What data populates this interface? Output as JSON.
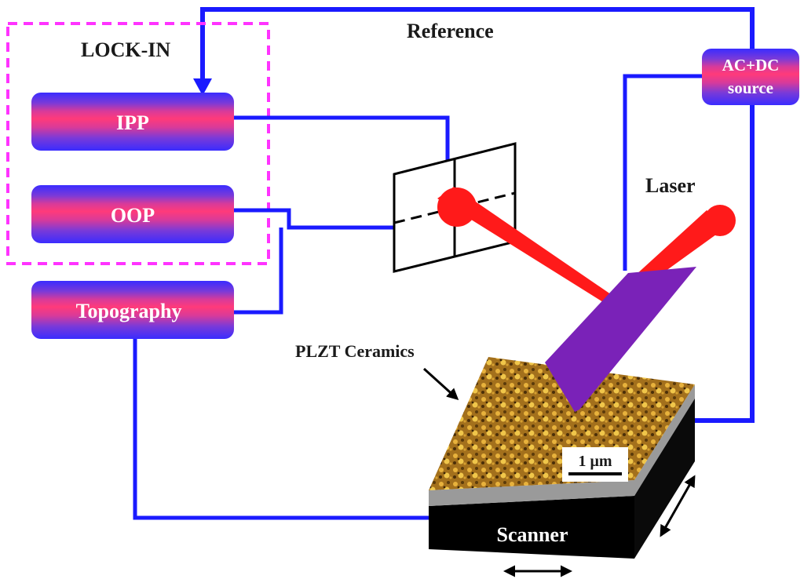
{
  "labels": {
    "lockin": "LOCK-IN",
    "reference": "Reference",
    "ipp": "IPP",
    "oop": "OOP",
    "topography": "Topography",
    "acdc_line1": "AC+DC",
    "acdc_line2": "source",
    "laser": "Laser",
    "plzt": "PLZT Ceramics",
    "scale": "1 μm",
    "scanner": "Scanner"
  },
  "colors": {
    "wire": "#1a1aff",
    "lockin_frame": "#ff33ff",
    "laser": "#ff1a1a",
    "cantilever": "#7a22b8",
    "scanner": "#000000",
    "sample_edge": "#9a9a9a"
  }
}
